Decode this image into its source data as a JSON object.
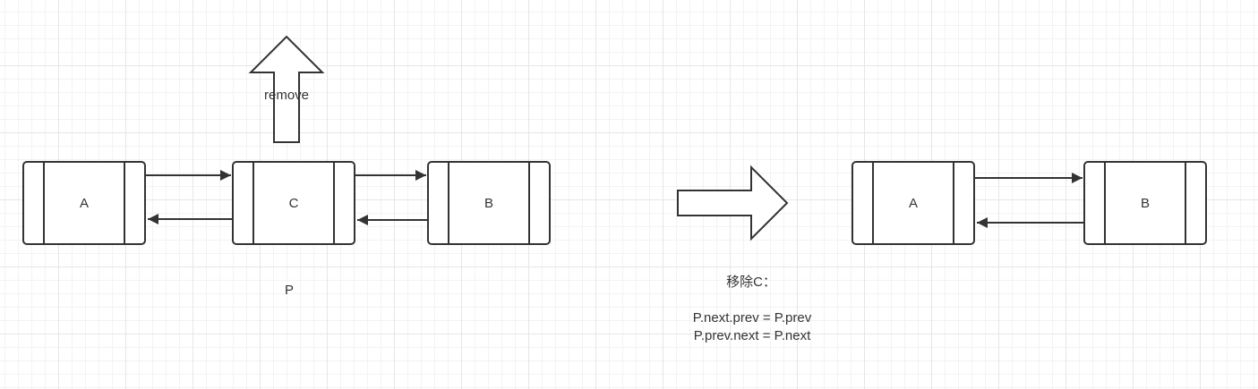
{
  "before": {
    "nodes": [
      {
        "id": "A",
        "label": "A"
      },
      {
        "id": "C",
        "label": "C"
      },
      {
        "id": "B",
        "label": "B"
      }
    ],
    "remove_label": "remove",
    "pointer_label": "P"
  },
  "after": {
    "nodes": [
      {
        "id": "A",
        "label": "A"
      },
      {
        "id": "B",
        "label": "B"
      }
    ]
  },
  "explanation": {
    "heading": "移除C：",
    "line1": "P.next.prev = P.prev",
    "line2": "P.prev.next = P.next"
  },
  "colors": {
    "stroke": "#333333",
    "fill": "#ffffff",
    "grid": "#e6e6e6"
  }
}
